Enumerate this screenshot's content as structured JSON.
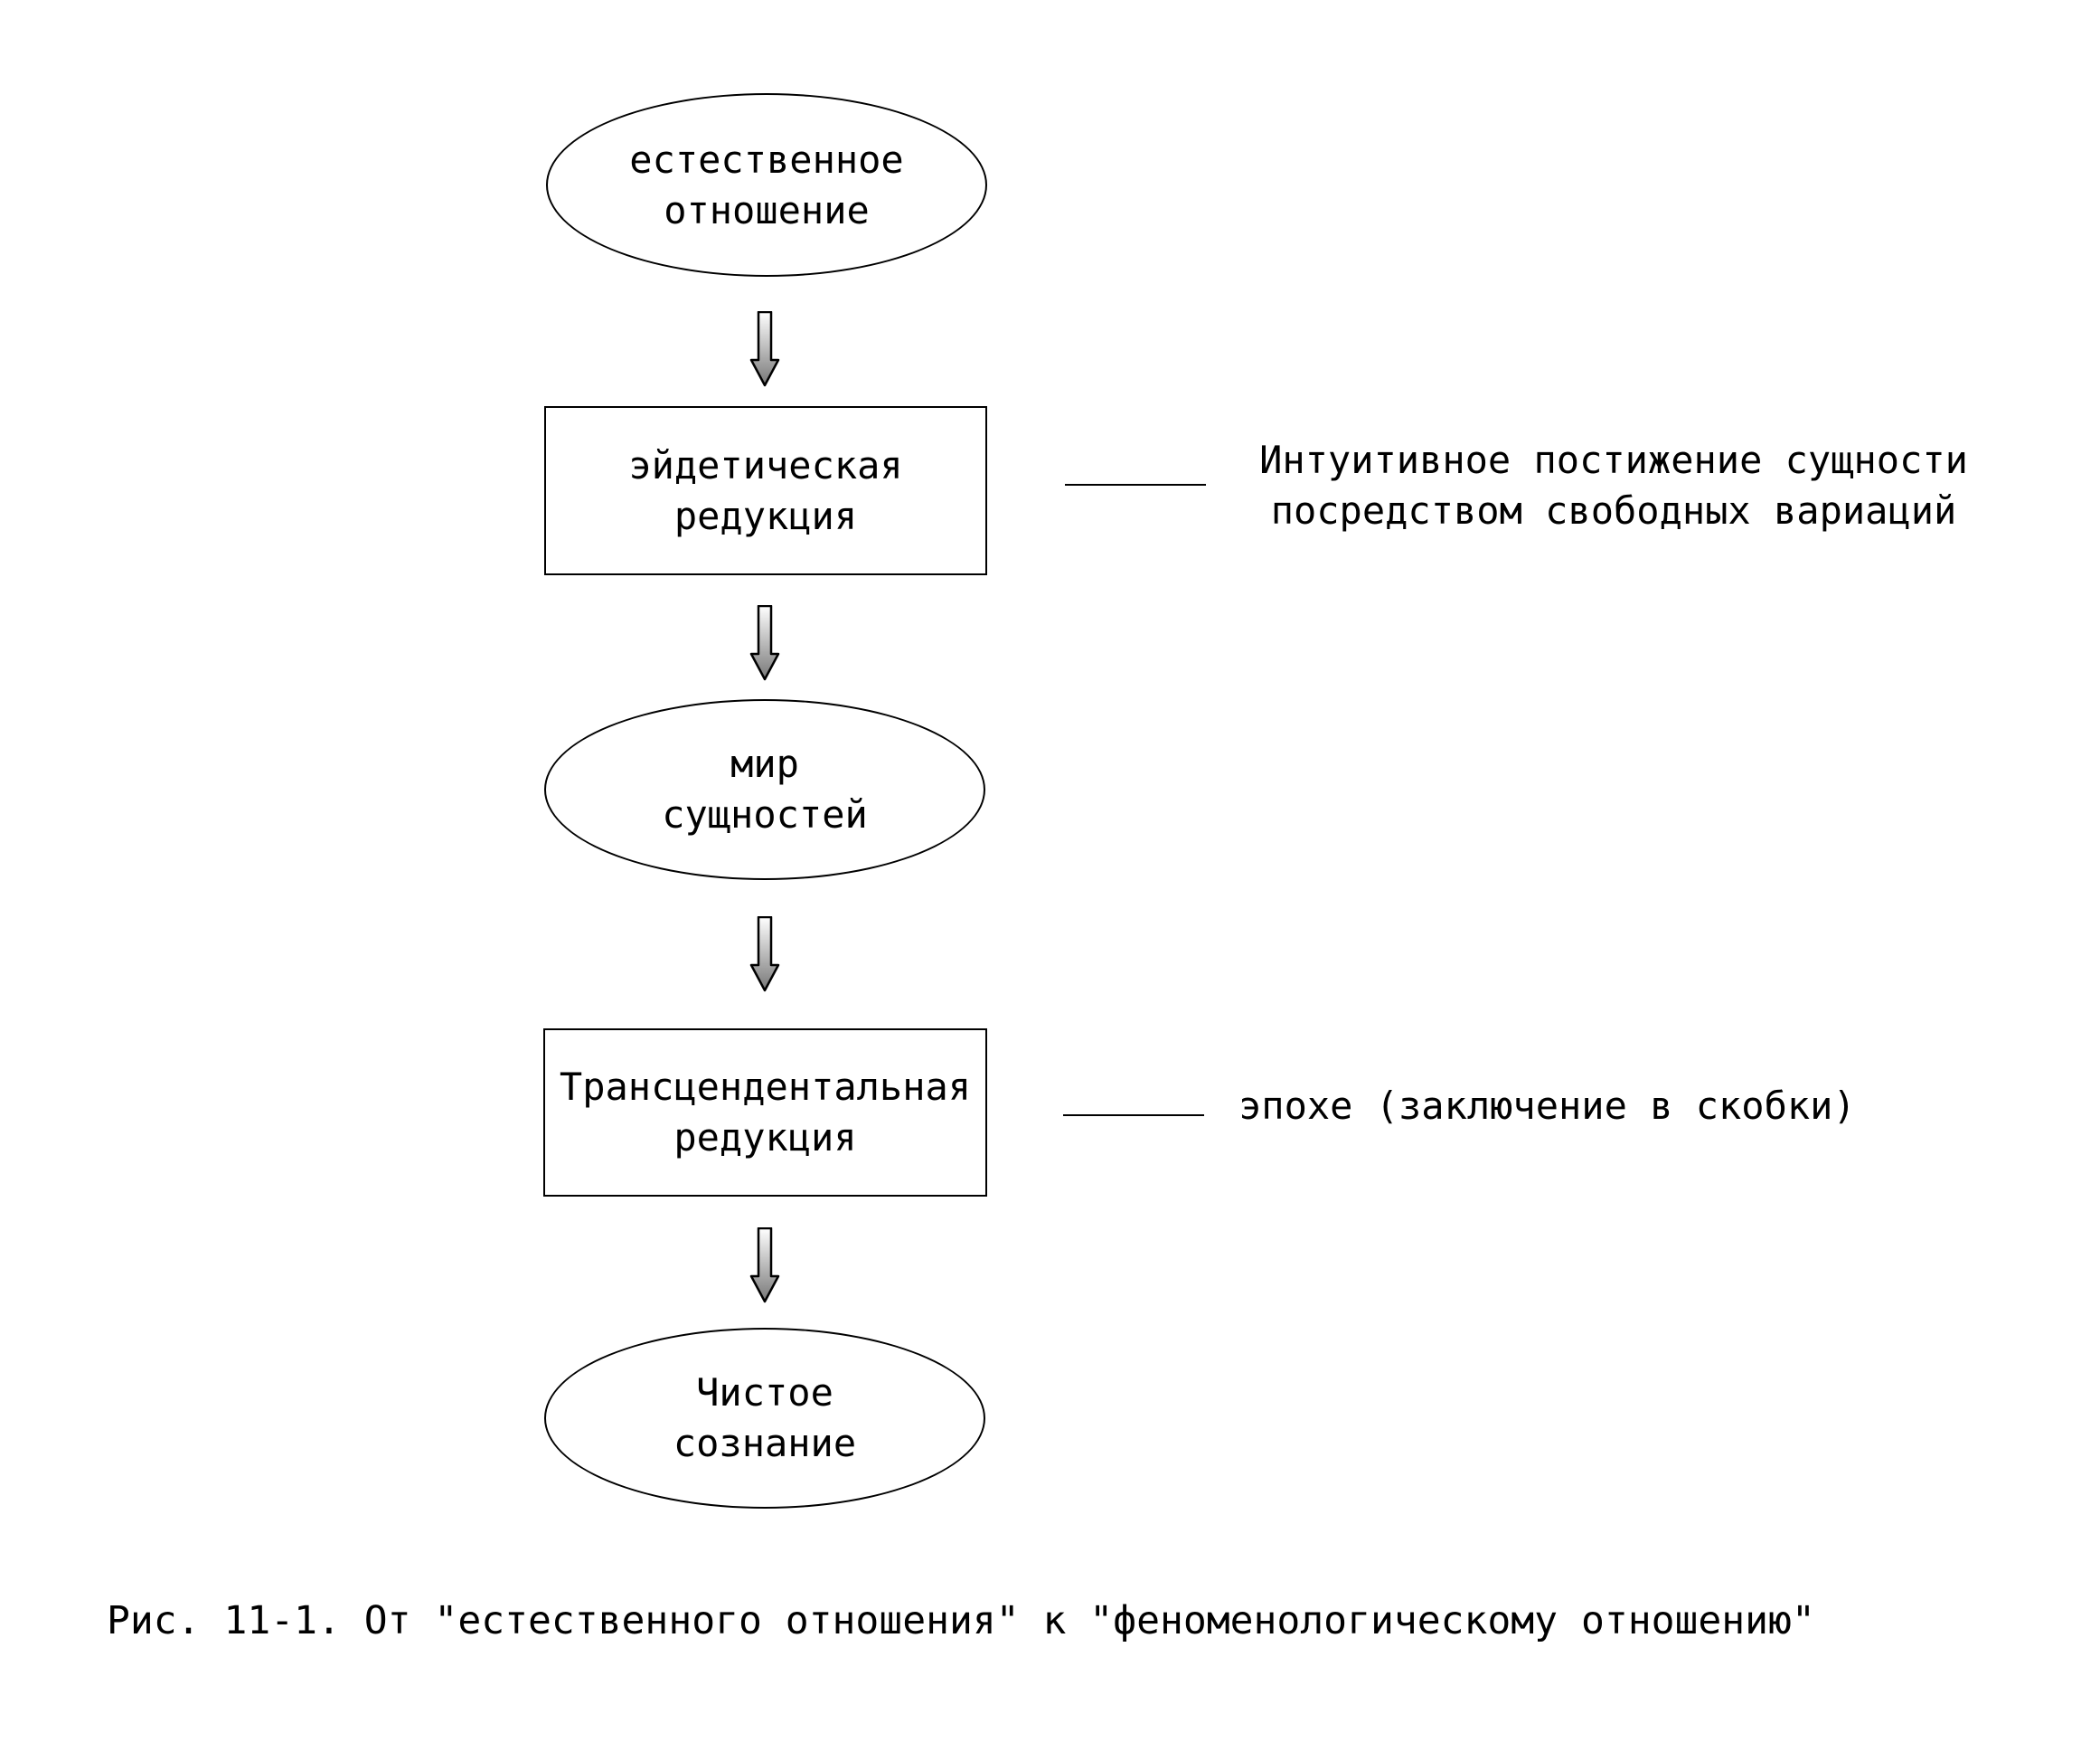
{
  "diagram": {
    "nodes": [
      {
        "id": "natural-attitude",
        "shape": "ellipse",
        "lines": [
          "естественное",
          "отношение"
        ]
      },
      {
        "id": "eidetic-reduction",
        "shape": "rectangle",
        "lines": [
          "эйдетическая",
          "редукция"
        ]
      },
      {
        "id": "world-of-essences",
        "shape": "ellipse",
        "lines": [
          "мир",
          "сущностей"
        ]
      },
      {
        "id": "transcendental-reduction",
        "shape": "rectangle",
        "lines": [
          "Трансцендентальная",
          "редукция"
        ]
      },
      {
        "id": "pure-consciousness",
        "shape": "ellipse",
        "lines": [
          "Чистое",
          "сознание"
        ]
      }
    ],
    "edges": [
      {
        "from": "natural-attitude",
        "to": "eidetic-reduction"
      },
      {
        "from": "eidetic-reduction",
        "to": "world-of-essences"
      },
      {
        "from": "world-of-essences",
        "to": "transcendental-reduction"
      },
      {
        "from": "transcendental-reduction",
        "to": "pure-consciousness"
      }
    ],
    "annotations": [
      {
        "target": "eidetic-reduction",
        "lines": [
          "Интуитивное постижение сущности",
          "посредством свободных вариаций"
        ]
      },
      {
        "target": "transcendental-reduction",
        "lines": [
          "эпохе (заключение в скобки)"
        ]
      }
    ],
    "colors": {
      "stroke": "#000000",
      "arrow_fill_top": "#ffffff",
      "arrow_fill_bottom": "#777777",
      "background": "#ffffff"
    }
  },
  "caption": "Рис. 11-1. От \"естественного отношения\" к \"феноменологическому отношению\""
}
